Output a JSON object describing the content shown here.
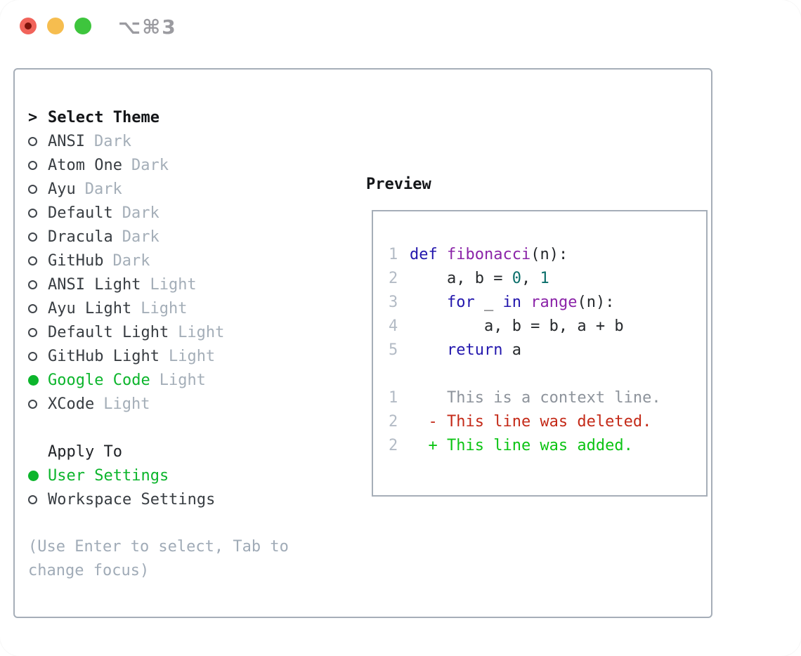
{
  "window": {
    "title": "⌥⌘3"
  },
  "theme_list": {
    "header": {
      "prompt": ">",
      "label": "Select Theme"
    },
    "items": [
      {
        "name": "ANSI",
        "tag": "Dark",
        "selected": false
      },
      {
        "name": "Atom One",
        "tag": "Dark",
        "selected": false
      },
      {
        "name": "Ayu",
        "tag": "Dark",
        "selected": false
      },
      {
        "name": "Default",
        "tag": "Dark",
        "selected": false
      },
      {
        "name": "Dracula",
        "tag": "Dark",
        "selected": false
      },
      {
        "name": "GitHub",
        "tag": "Dark",
        "selected": false
      },
      {
        "name": "ANSI Light",
        "tag": "Light",
        "selected": false
      },
      {
        "name": "Ayu Light",
        "tag": "Light",
        "selected": false
      },
      {
        "name": "Default Light",
        "tag": "Light",
        "selected": false
      },
      {
        "name": "GitHub Light",
        "tag": "Light",
        "selected": false
      },
      {
        "name": "Google Code",
        "tag": "Light",
        "selected": true
      },
      {
        "name": "XCode",
        "tag": "Light",
        "selected": false
      }
    ]
  },
  "apply_to": {
    "label": "Apply To",
    "options": [
      {
        "name": "User Settings",
        "selected": true
      },
      {
        "name": "Workspace Settings",
        "selected": false
      }
    ]
  },
  "help_text": "(Use Enter to select, Tab to change focus)",
  "preview": {
    "label": "Preview",
    "code_lines": [
      {
        "num": "1",
        "tokens": [
          {
            "t": "def",
            "c": "kw"
          },
          {
            "t": " ",
            "c": "pl"
          },
          {
            "t": "fibonacci",
            "c": "fn"
          },
          {
            "t": "(n):",
            "c": "pl"
          }
        ]
      },
      {
        "num": "2",
        "tokens": [
          {
            "t": "    a, b = ",
            "c": "pl"
          },
          {
            "t": "0",
            "c": "num"
          },
          {
            "t": ", ",
            "c": "pl"
          },
          {
            "t": "1",
            "c": "num"
          }
        ]
      },
      {
        "num": "3",
        "tokens": [
          {
            "t": "    ",
            "c": "pl"
          },
          {
            "t": "for",
            "c": "kw"
          },
          {
            "t": " _ ",
            "c": "pl"
          },
          {
            "t": "in",
            "c": "kw"
          },
          {
            "t": " ",
            "c": "pl"
          },
          {
            "t": "range",
            "c": "fn"
          },
          {
            "t": "(n):",
            "c": "pl"
          }
        ]
      },
      {
        "num": "4",
        "tokens": [
          {
            "t": "        a, b = b, a + b",
            "c": "pl"
          }
        ]
      },
      {
        "num": "5",
        "tokens": [
          {
            "t": "    ",
            "c": "pl"
          },
          {
            "t": "return",
            "c": "kw"
          },
          {
            "t": " a",
            "c": "pl"
          }
        ]
      },
      {
        "num": "",
        "tokens": []
      },
      {
        "num": "1",
        "tokens": [
          {
            "t": "    This is a context line.",
            "c": "ctx"
          }
        ]
      },
      {
        "num": "2",
        "tokens": [
          {
            "t": "  - This line was deleted.",
            "c": "del"
          }
        ]
      },
      {
        "num": "2",
        "tokens": [
          {
            "t": "  + This line was added.",
            "c": "add"
          }
        ]
      }
    ]
  },
  "colors": {
    "accent_green": "#0cb52c",
    "tag_gray": "#a4aeb8",
    "panel_border": "#a6aeb8",
    "keyword_blue": "#2317ad",
    "function_purple": "#8b24a8",
    "number_teal": "#0a6e6a",
    "diff_deleted_red": "#c42a18",
    "diff_added_green": "#0cc414",
    "traffic_red": "#f1635a",
    "traffic_yellow": "#f6bd4f",
    "traffic_green": "#3ec53d"
  }
}
